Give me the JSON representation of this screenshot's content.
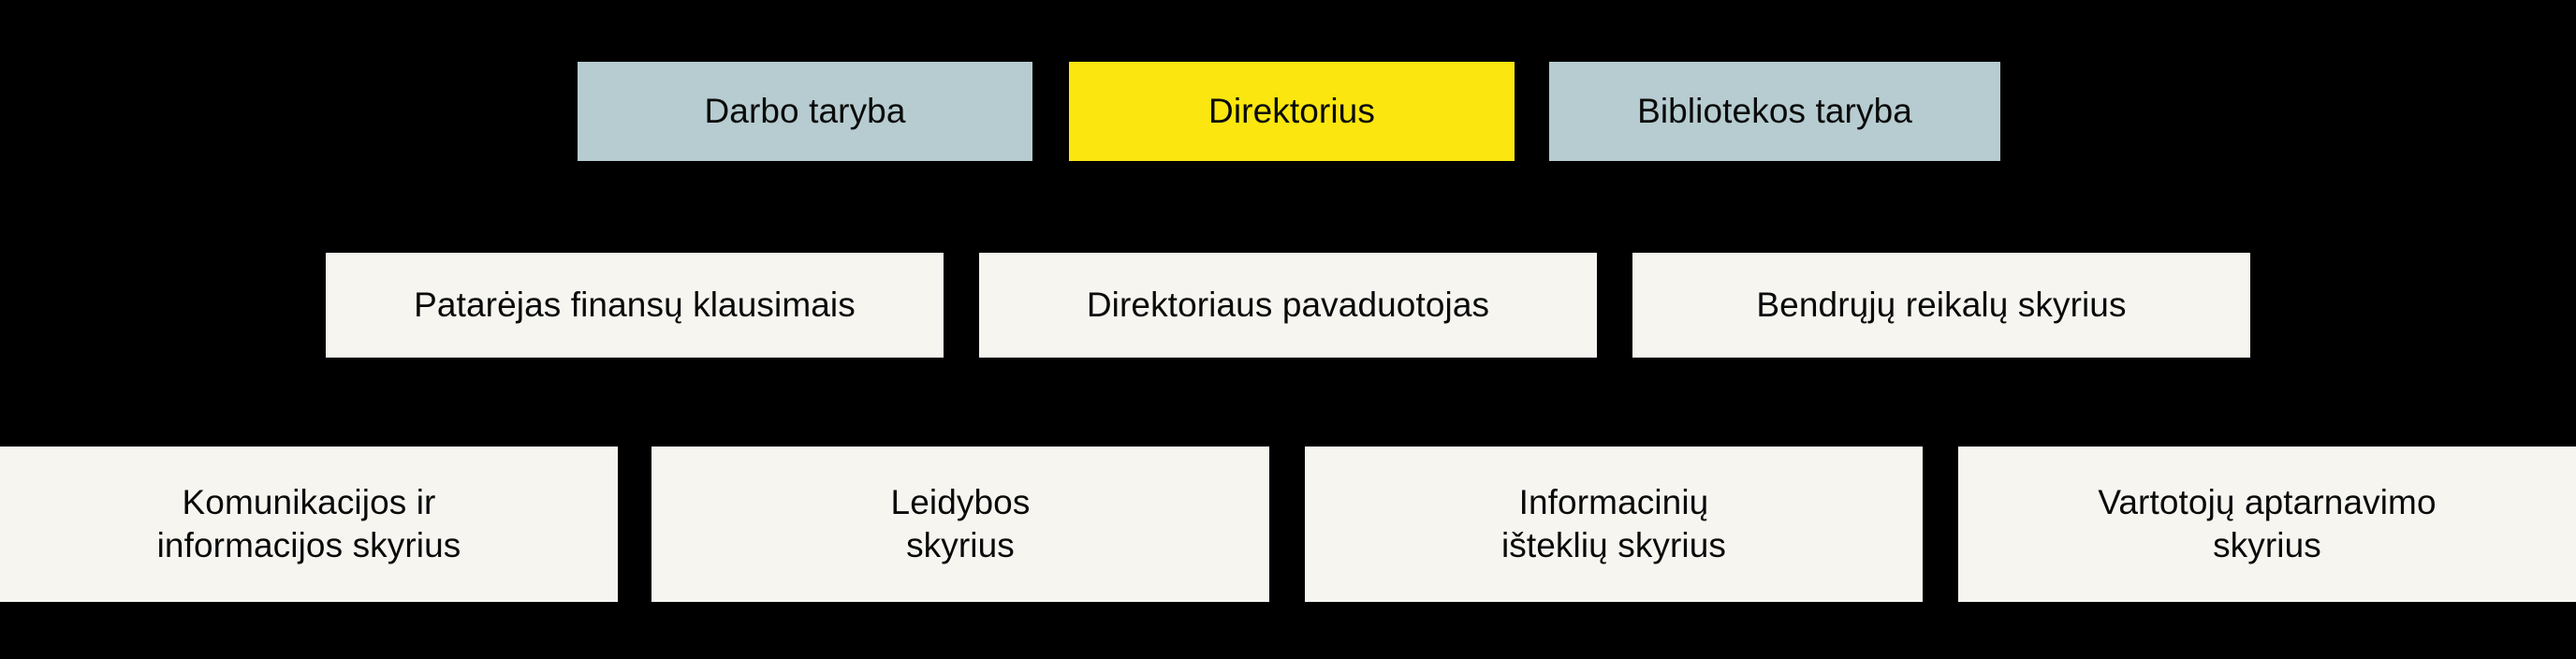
{
  "diagram": {
    "type": "organizational-chart",
    "language": "lt",
    "background_color": "#000000",
    "colors": {
      "council": "#b6ccd0",
      "director_highlight": "#fbe610",
      "department": "#f6f5f0",
      "text": "#0a0a0a"
    },
    "rows": [
      {
        "name": "governance",
        "nodes": [
          {
            "label": "Darbo taryba",
            "style": "council",
            "highlighted": false
          },
          {
            "label": "Direktorius",
            "style": "director",
            "highlighted": true
          },
          {
            "label": "Bibliotekos taryba",
            "style": "council",
            "highlighted": false
          }
        ]
      },
      {
        "name": "advisory",
        "nodes": [
          {
            "label": "Patarėjas finansų klausimais",
            "style": "plain",
            "highlighted": false
          },
          {
            "label": "Direktoriaus pavaduotojas",
            "style": "plain",
            "highlighted": false
          },
          {
            "label": "Bendrųjų reikalų skyrius",
            "style": "plain",
            "highlighted": false
          }
        ]
      },
      {
        "name": "departments",
        "nodes": [
          {
            "label": "Komunikacijos ir\ninformacijos skyrius",
            "style": "plain",
            "highlighted": false
          },
          {
            "label": "Leidybos\nskyrius",
            "style": "plain",
            "highlighted": false
          },
          {
            "label": "Informacinių\ništeklių skyrius",
            "style": "plain",
            "highlighted": false
          },
          {
            "label": "Vartotojų aptarnavimo\nskyrius",
            "style": "plain",
            "highlighted": false
          }
        ]
      }
    ]
  }
}
